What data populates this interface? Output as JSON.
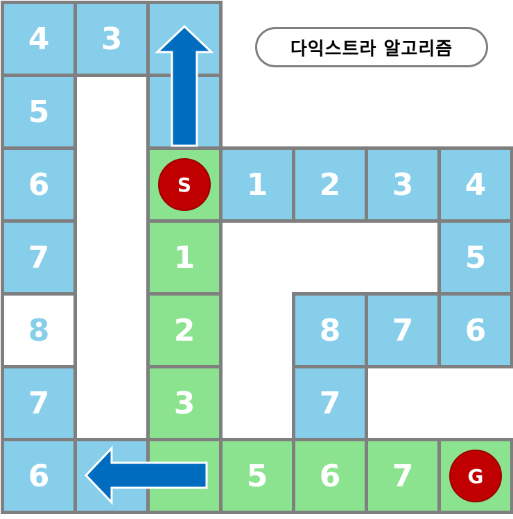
{
  "title": "다익스트라 알고리즘",
  "colors": {
    "blue": "#87ceeb",
    "green": "#8be38f",
    "border": "#7f7f7f",
    "marker": "#c00000",
    "arrow": "#006cc0"
  },
  "start_label": "S",
  "goal_label": "G",
  "cells": [
    {
      "id": "r0c0",
      "row": 0,
      "col": 0,
      "color": "blue",
      "label": "4"
    },
    {
      "id": "r0c1",
      "row": 0,
      "col": 1,
      "color": "blue",
      "label": "3"
    },
    {
      "id": "r0c2",
      "row": 0,
      "col": 2,
      "color": "blue",
      "label": ""
    },
    {
      "id": "r1c0",
      "row": 1,
      "col": 0,
      "color": "blue",
      "label": "5"
    },
    {
      "id": "r1c2",
      "row": 1,
      "col": 2,
      "color": "blue",
      "label": ""
    },
    {
      "id": "r2c0",
      "row": 2,
      "col": 0,
      "color": "blue",
      "label": "6"
    },
    {
      "id": "r2c2",
      "row": 2,
      "col": 2,
      "color": "green",
      "label": "",
      "marker": "start"
    },
    {
      "id": "r2c3",
      "row": 2,
      "col": 3,
      "color": "blue",
      "label": "1"
    },
    {
      "id": "r2c4",
      "row": 2,
      "col": 4,
      "color": "blue",
      "label": "2"
    },
    {
      "id": "r2c5",
      "row": 2,
      "col": 5,
      "color": "blue",
      "label": "3"
    },
    {
      "id": "r2c6",
      "row": 2,
      "col": 6,
      "color": "blue",
      "label": "4"
    },
    {
      "id": "r3c0",
      "row": 3,
      "col": 0,
      "color": "blue",
      "label": "7"
    },
    {
      "id": "r3c2",
      "row": 3,
      "col": 2,
      "color": "green",
      "label": "1"
    },
    {
      "id": "r3c6",
      "row": 3,
      "col": 6,
      "color": "blue",
      "label": "5"
    },
    {
      "id": "r4c0",
      "row": 4,
      "col": 0,
      "color": "white",
      "label": "8"
    },
    {
      "id": "r4c2",
      "row": 4,
      "col": 2,
      "color": "green",
      "label": "2"
    },
    {
      "id": "r4c4",
      "row": 4,
      "col": 4,
      "color": "blue",
      "label": "8"
    },
    {
      "id": "r4c5",
      "row": 4,
      "col": 5,
      "color": "blue",
      "label": "7"
    },
    {
      "id": "r4c6",
      "row": 4,
      "col": 6,
      "color": "blue",
      "label": "6"
    },
    {
      "id": "r5c0",
      "row": 5,
      "col": 0,
      "color": "blue",
      "label": "7"
    },
    {
      "id": "r5c2",
      "row": 5,
      "col": 2,
      "color": "green",
      "label": "3"
    },
    {
      "id": "r5c4",
      "row": 5,
      "col": 4,
      "color": "blue",
      "label": "7"
    },
    {
      "id": "r6c0",
      "row": 6,
      "col": 0,
      "color": "blue",
      "label": "6"
    },
    {
      "id": "r6c1",
      "row": 6,
      "col": 1,
      "color": "blue",
      "label": ""
    },
    {
      "id": "r6c2",
      "row": 6,
      "col": 2,
      "color": "green",
      "label": ""
    },
    {
      "id": "r6c3",
      "row": 6,
      "col": 3,
      "color": "green",
      "label": "5"
    },
    {
      "id": "r6c4",
      "row": 6,
      "col": 4,
      "color": "green",
      "label": "6"
    },
    {
      "id": "r6c5",
      "row": 6,
      "col": 5,
      "color": "green",
      "label": "7"
    },
    {
      "id": "r6c6",
      "row": 6,
      "col": 6,
      "color": "green",
      "label": "",
      "marker": "goal"
    }
  ],
  "arrows": [
    {
      "name": "up-arrow",
      "direction": "up"
    },
    {
      "name": "left-arrow",
      "direction": "left"
    }
  ]
}
